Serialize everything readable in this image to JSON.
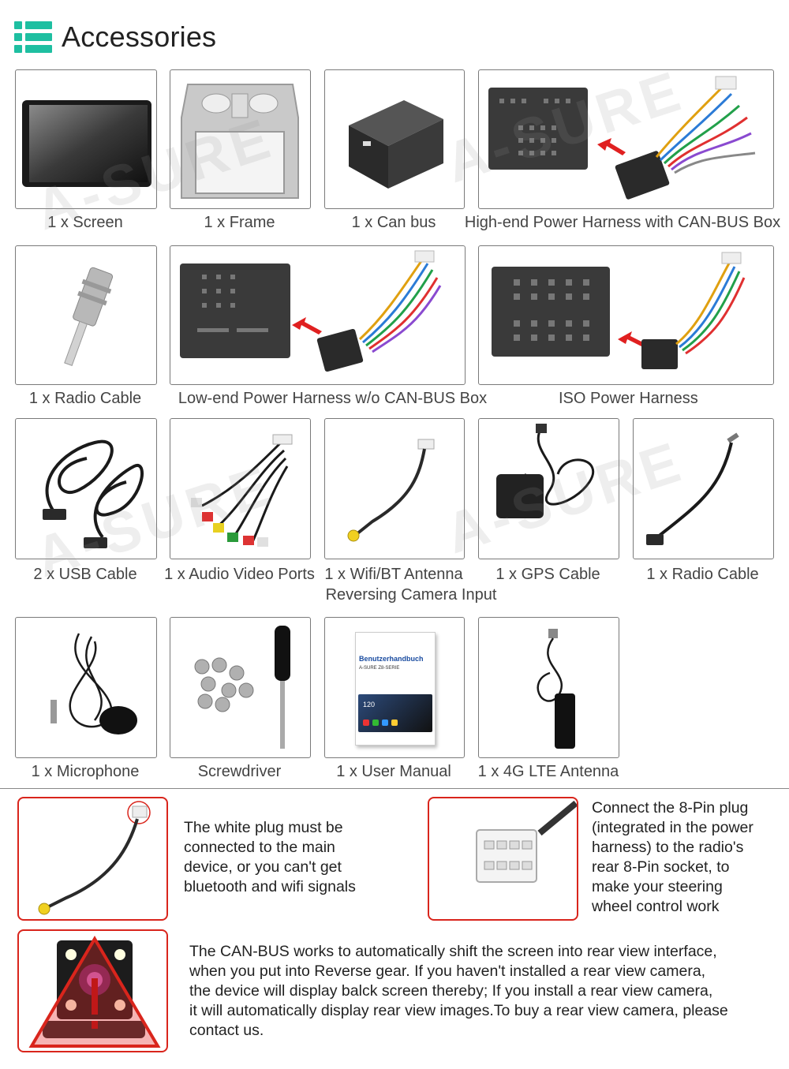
{
  "header": {
    "title": "Accessories",
    "icon": "list-icon",
    "accent": "#1ebfa1"
  },
  "watermark": "A-SURE",
  "items": {
    "screen": "1 x Screen",
    "frame": "1 x Frame",
    "canbus": "1 x Can bus",
    "high_end_harness": "High-end Power Harness with CAN-BUS Box",
    "radio_cable_1": "1 x Radio Cable",
    "low_end_harness": "Low-end Power Harness w/o CAN-BUS Box",
    "iso_harness": "ISO Power Harness",
    "usb_cable": "2 x USB Cable",
    "av_ports": "1 x Audio Video Ports",
    "wifi_antenna": "1 x Wifi/BT Antenna",
    "reversing_input": "Reversing Camera Input",
    "gps_cable": "1 x GPS Cable",
    "radio_cable_2": "1 x Radio Cable",
    "microphone": "1 x Microphone",
    "screwdriver": "Screwdriver",
    "user_manual": "1 x User Manual",
    "lte_antenna": "1 x 4G LTE Antenna"
  },
  "manual": {
    "title": "Benutzerhandbuch",
    "subtitle": "A-SURE Z8-SERIE",
    "speed": "120"
  },
  "notes": {
    "white_plug": [
      "The white plug must be",
      "connected to the main",
      "device, or you can't get",
      "bluetooth and wifi signals"
    ],
    "eight_pin": [
      "Connect the 8-Pin plug",
      "(integrated in the power",
      "harness) to the radio's",
      "rear 8-Pin socket, to",
      "make your steering",
      "wheel control work"
    ],
    "canbus": [
      "The CAN-BUS works to automatically shift the screen into rear view interface,",
      "when you put into Reverse gear. If you haven't installed a rear view camera,",
      "the device will display balck screen thereby; If you install a rear view camera,",
      "it will automatically display rear view images.To buy a rear view camera, please",
      "contact us."
    ]
  },
  "colors": {
    "border": "#7a7a7a",
    "alert": "#d9251c",
    "arrow": "#e02020"
  }
}
